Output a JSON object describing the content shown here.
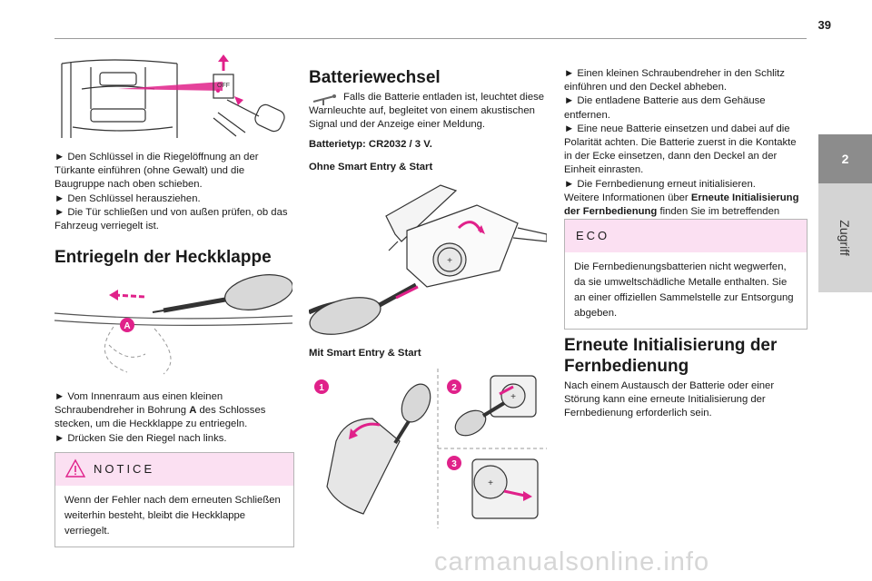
{
  "page_number": "39",
  "side_tab": {
    "number": "2",
    "label": "Zugriff"
  },
  "col1": {
    "steps_top": "► Den Schlüssel in die Riegelöffnung an der Türkante einführen (ohne Gewalt) und die Baugruppe nach oben schieben.\n► Den Schlüssel herausziehen.\n► Die Tür schließen und von außen prüfen, ob das Fahrzeug verriegelt ist.",
    "heading": "Entriegeln der Heckklappe",
    "fig_label_a": "A",
    "steps_bottom_1a": "► Vom Innenraum aus einen kleinen Schraubendreher in Bohrung ",
    "steps_bottom_1b": "A",
    "steps_bottom_1c": " des Schlosses stecken, um die Heckklappe zu entriegeln.",
    "steps_bottom_2": "► Drücken Sie den Riegel nach links.",
    "notice_title": "NOTICE",
    "notice_body": "Wenn der Fehler nach dem erneuten Schließen weiterhin besteht, bleibt die Heckklappe verriegelt."
  },
  "col2": {
    "heading": "Batteriewechsel",
    "intro": "Falls die Batterie entladen ist, leuchtet diese Warnleuchte auf, begleitet von einem akustischen Signal und der Anzeige einer Meldung.",
    "battery_type": "Batterietyp: CR2032 / 3 V.",
    "sub1": "Ohne Smart Entry & Start",
    "sub2": "Mit Smart Entry & Start",
    "fig_numbers": [
      "1",
      "2",
      "3"
    ]
  },
  "col3": {
    "steps": "► Einen kleinen Schraubendreher in den Schlitz einführen und den Deckel abheben.\n► Die entladene Batterie aus dem Gehäuse entfernen.\n► Eine neue Batterie einsetzen und dabei auf die Polarität achten. Die Batterie zuerst in die Kontakte in der Ecke einsetzen, dann den Deckel an der Einheit einrasten.\n► Die Fernbedienung erneut initialisieren.",
    "more_info_a": "Weitere Informationen über ",
    "more_info_b": "Erneute Initialisierung der Fernbedienung",
    "more_info_c": " finden Sie im betreffenden Abschnitt.",
    "eco_title": "ECO",
    "eco_body": "Die Fernbedienungsbatterien nicht wegwerfen, da sie umweltschädliche Metalle enthalten. Sie an einer offiziellen Sammelstelle zur Entsorgung abgeben.",
    "heading": "Erneute Initialisierung der Fernbedienung",
    "body": "Nach einem Austausch der Batterie oder einer Störung kann eine erneute Initialisierung der Fernbedienung erforderlich sein."
  },
  "watermark": "carmanualsonline.info",
  "colors": {
    "accent": "#e0218a",
    "notice_bg": "#fbe0f2",
    "tab": "#8c8c8c"
  }
}
